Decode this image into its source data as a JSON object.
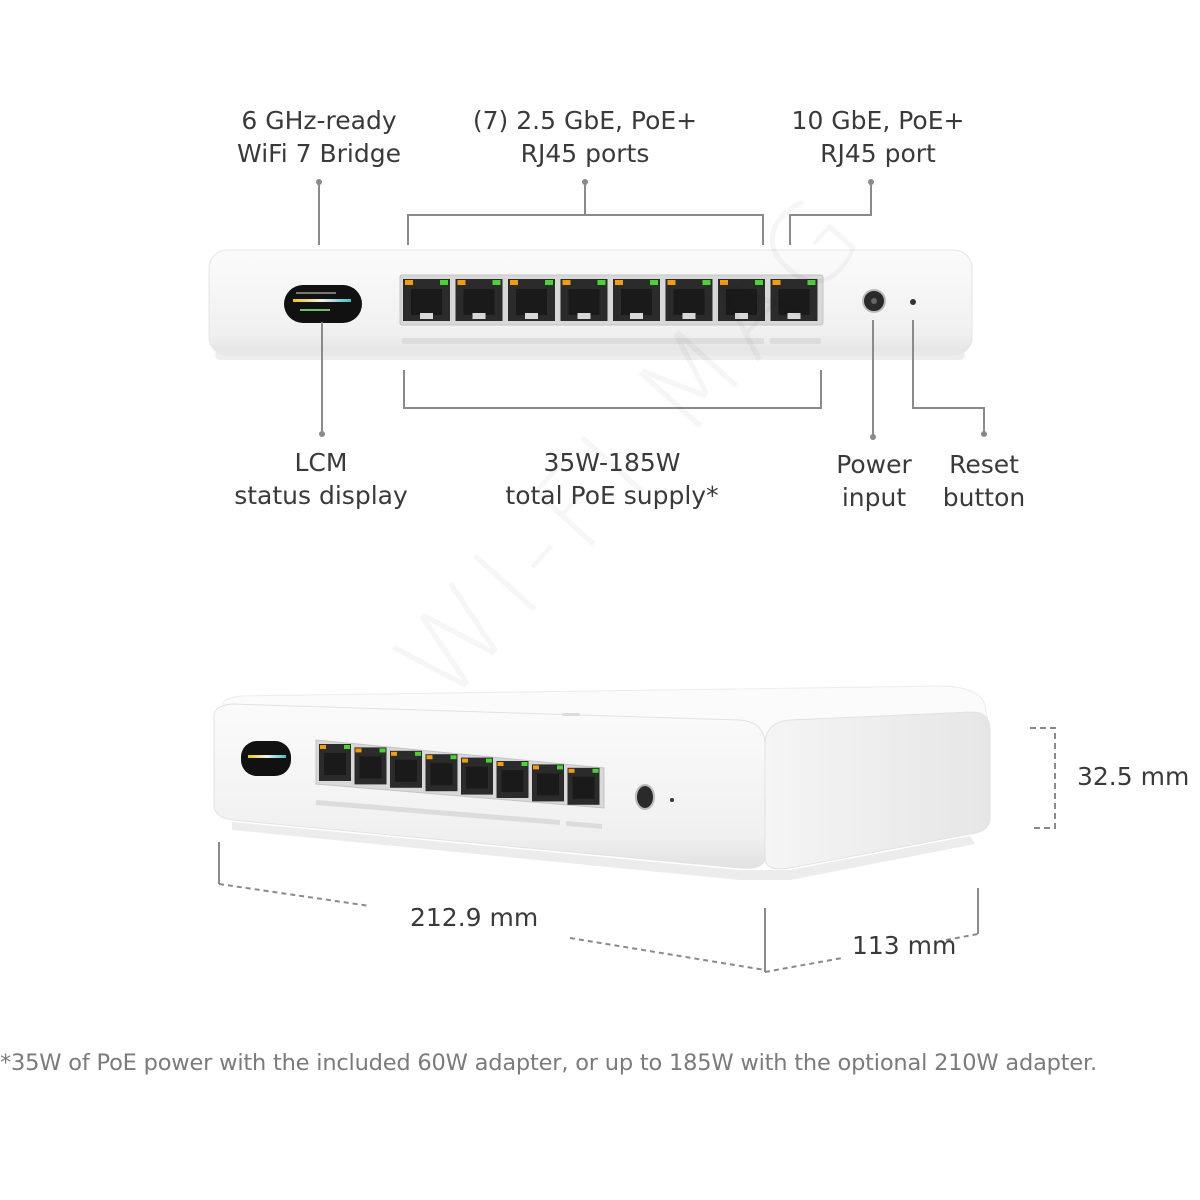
{
  "labels": {
    "wifi_bridge": [
      "6 GHz-ready",
      "WiFi 7 Bridge"
    ],
    "ports_25": [
      "(7) 2.5 GbE, PoE+",
      "RJ45 ports"
    ],
    "port_10": [
      "10 GbE, PoE+",
      "RJ45 port"
    ],
    "lcm": [
      "LCM",
      "status display"
    ],
    "poe_supply": [
      "35W-185W",
      "total PoE supply*"
    ],
    "power": [
      "Power",
      "input"
    ],
    "reset": [
      "Reset",
      "button"
    ]
  },
  "dimensions": {
    "height": "32.5 mm",
    "width": "212.9 mm",
    "depth": "113 mm"
  },
  "footnote": "*35W of PoE power with the included 60W adapter, or up to 185W with the optional 210W adapter.",
  "watermark": "WI-FI MAG",
  "colors": {
    "led_green": "#4cd137",
    "led_orange": "#f39c12",
    "line": "#8a8a8a",
    "device": "#f7f7f7"
  }
}
